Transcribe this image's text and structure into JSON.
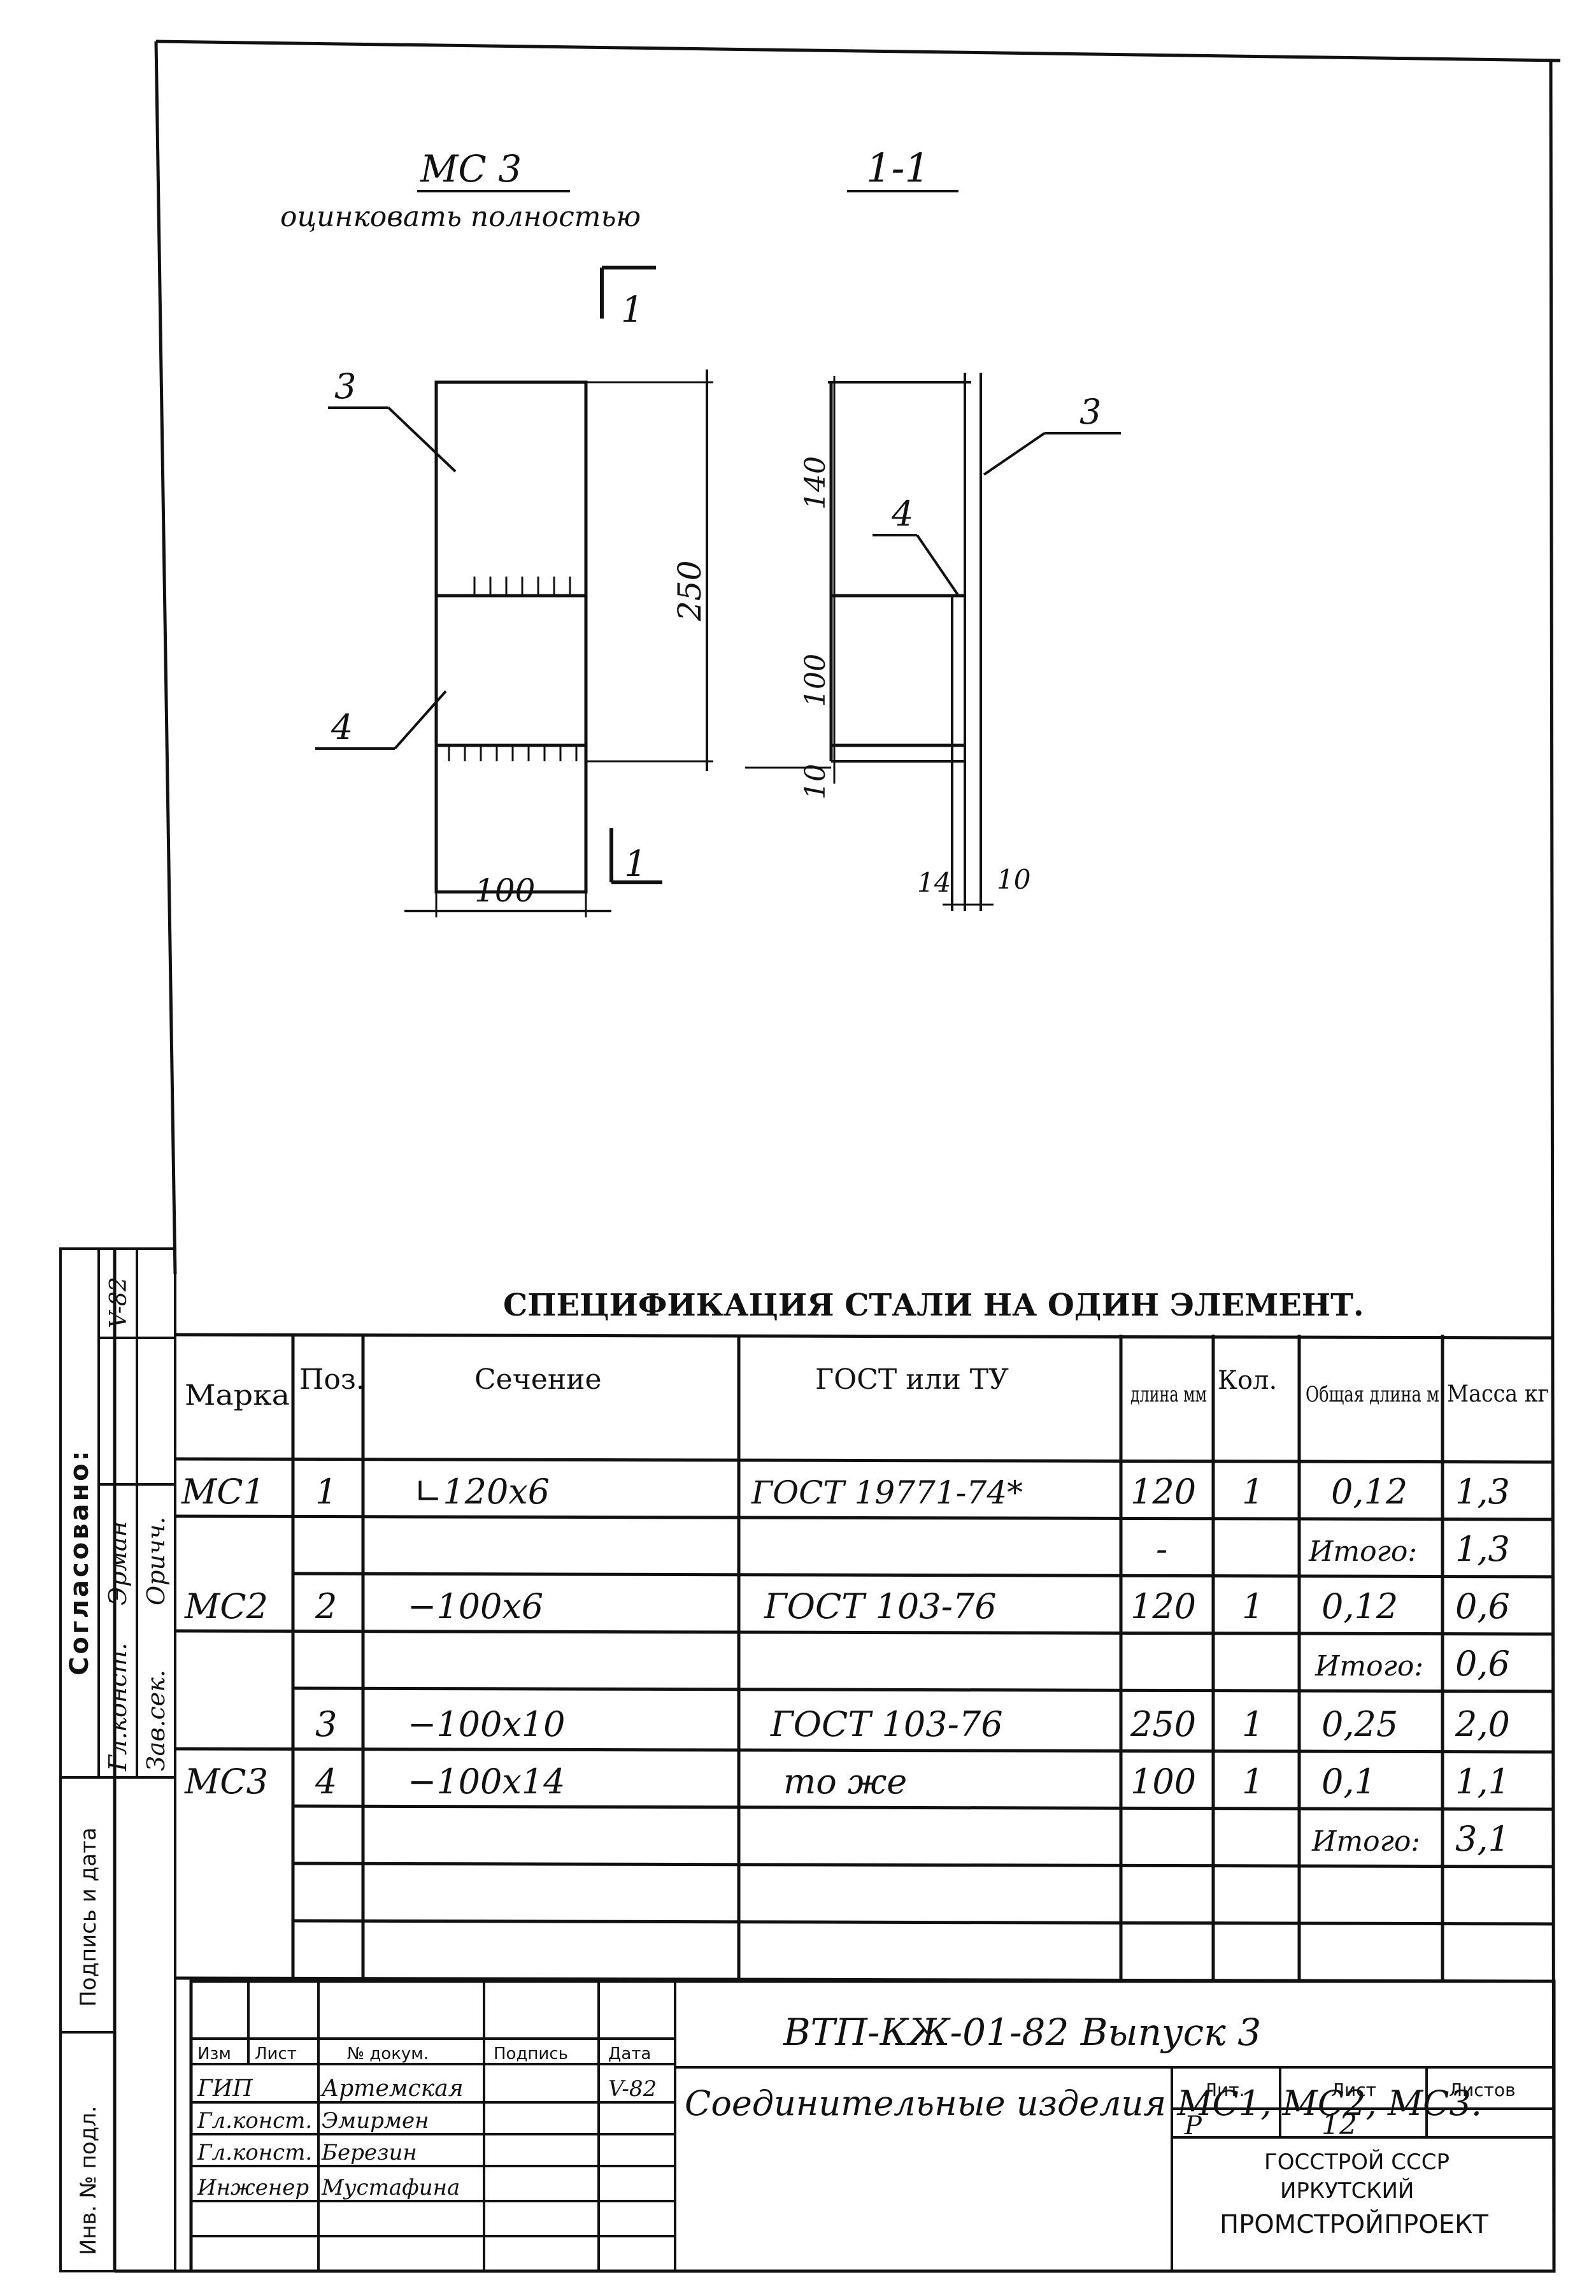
{
  "drawing": {
    "mark_title": "МС 3",
    "note": "оцинковать полностью",
    "section_title": "1-1",
    "section_mark": "1",
    "positions": {
      "plate_top": "3",
      "plate_bottom": "4",
      "section_plate": "3",
      "section_bottom": "4"
    },
    "dims": {
      "height_total": "250",
      "width": "100",
      "seg_140": "140",
      "seg_100": "100",
      "seg_10": "10",
      "thick_14": "14",
      "thick_10": "10"
    }
  },
  "side_stamp": {
    "agreed": "Согласовано:",
    "row1_role": "Гл.конст.",
    "row1_name": "Эрман",
    "row2_role": "Зав.сек.",
    "row2_name": "Оричч.",
    "row3": "V-82",
    "sign_date": "Подпись и дата",
    "inv_no": "Инв. № подл."
  },
  "spec": {
    "title": "СПЕЦИФИКАЦИЯ СТАЛИ НА ОДИН ЭЛЕМЕНТ.",
    "headers": [
      "Марка",
      "Поз.",
      "Сечение",
      "ГОСТ или ТУ",
      "длина мм",
      "Кол.",
      "Общая длина м",
      "Масса кг"
    ],
    "rows": [
      {
        "mark": "МС1",
        "pos": "1",
        "section": "∟120х6",
        "gost": "ГОСТ 19771-74*",
        "length": "120",
        "qty": "1",
        "total_length": "0,12",
        "mass": "1,3"
      },
      {
        "mark": "",
        "pos": "",
        "section": "",
        "gost": "",
        "length": "-",
        "qty": "",
        "total_length": "Итого:",
        "mass": "1,3"
      },
      {
        "mark": "МС2",
        "pos": "2",
        "section": "−100х6",
        "gost": "ГОСТ 103-76",
        "length": "120",
        "qty": "1",
        "total_length": "0,12",
        "mass": "0,6"
      },
      {
        "mark": "",
        "pos": "",
        "section": "",
        "gost": "",
        "length": "",
        "qty": "",
        "total_length": "Итого:",
        "mass": "0,6"
      },
      {
        "mark": "",
        "pos": "3",
        "section": "−100х10",
        "gost": "ГОСТ 103-76",
        "length": "250",
        "qty": "1",
        "total_length": "0,25",
        "mass": "2,0"
      },
      {
        "mark": "МС3",
        "pos": "4",
        "section": "−100х14",
        "gost": "то же",
        "length": "100",
        "qty": "1",
        "total_length": "0,1",
        "mass": "1,1"
      },
      {
        "mark": "",
        "pos": "",
        "section": "",
        "gost": "",
        "length": "",
        "qty": "",
        "total_length": "Итого:",
        "mass": "3,1"
      },
      {
        "mark": "",
        "pos": "",
        "section": "",
        "gost": "",
        "length": "",
        "qty": "",
        "total_length": "",
        "mass": ""
      }
    ]
  },
  "title_block": {
    "doc_code": "ВТП-КЖ-01-82 Выпуск 3",
    "col_headers": [
      "Изм",
      "Лист",
      "№ докум.",
      "Подпись",
      "Дата"
    ],
    "people": [
      {
        "role": "ГИП",
        "name": "Артемская",
        "date": "V-82"
      },
      {
        "role": "Гл.конст.",
        "name": "Эмирмен",
        "date": ""
      },
      {
        "role": "Гл.конст.",
        "name": "Березин",
        "date": ""
      },
      {
        "role": "Инженер",
        "name": "Мустафина",
        "date": ""
      }
    ],
    "doc_name": "Соединительные изделия МС1, МС2, МС3.",
    "lit_label": "Лит.",
    "sheet_label": "Лист",
    "sheets_label": "Листов",
    "lit_value": "Р",
    "sheet_value": "12",
    "org_line1": "ГОССТРОЙ СССР",
    "org_line2": "ИРКУТСКИЙ",
    "org_line3": "ПРОМСТРОЙПРОЕКТ"
  }
}
